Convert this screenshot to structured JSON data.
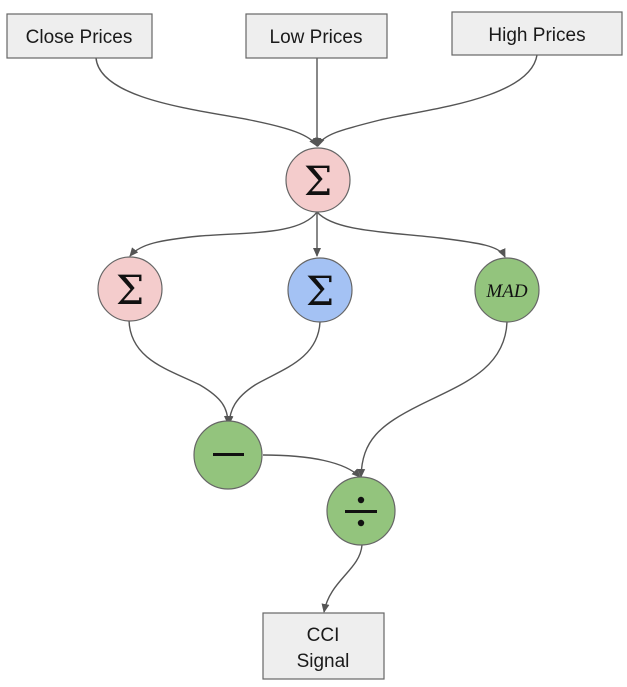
{
  "diagram": {
    "inputs": {
      "close": "Close Prices",
      "low": "Low Prices",
      "high": "High Prices"
    },
    "nodes": {
      "sum_top": {
        "symbol": "Σ",
        "color": "#f4cccc"
      },
      "sum_left": {
        "symbol": "Σ",
        "color": "#f4cccc"
      },
      "sum_mid": {
        "symbol": "Σ",
        "color": "#a4c2f4"
      },
      "mad": {
        "symbol": "MAD",
        "color": "#93c47d"
      },
      "subtract": {
        "symbol": "—",
        "color": "#93c47d"
      },
      "divide": {
        "symbol": "÷",
        "color": "#93c47d"
      }
    },
    "output": {
      "line1": "CCI",
      "line2": "Signal"
    },
    "box_fill": "#eeeeee",
    "stroke": "#666666"
  }
}
